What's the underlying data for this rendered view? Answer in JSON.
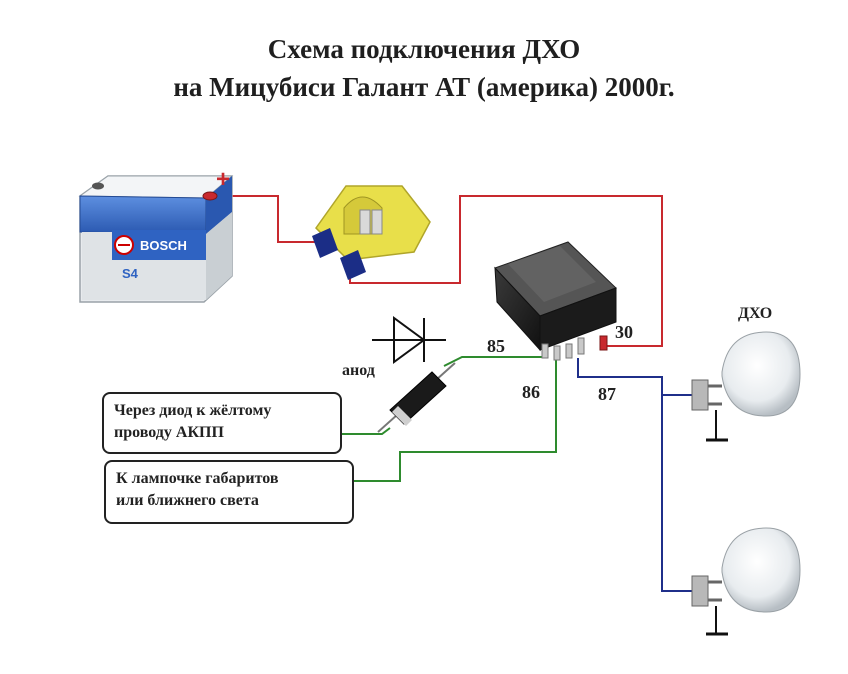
{
  "title": {
    "line1": "Схема подключения ДХО",
    "line2": "на Мицубиси Галант АТ (америка) 2000г."
  },
  "battery": {
    "brand": "BOSCH",
    "model": "S4",
    "plus_sign": "+"
  },
  "diode": {
    "label": "анод"
  },
  "relay": {
    "pins": {
      "p85": "85",
      "p86": "86",
      "p87": "87",
      "p30": "30"
    }
  },
  "lamps": {
    "drl_label": "ДХО"
  },
  "notes": {
    "diode_box": [
      "Через диод к жёлтому",
      "проводу АКПП"
    ],
    "lights_box": [
      "К лампочке габаритов",
      "или ближнего света"
    ]
  },
  "colors": {
    "red_wire": "#c8292e",
    "green_wire": "#2e8b2e",
    "blue_wire": "#1f2f8a",
    "battery_blue": "#2f63c2",
    "fuse_yellow": "#e8df4a"
  }
}
